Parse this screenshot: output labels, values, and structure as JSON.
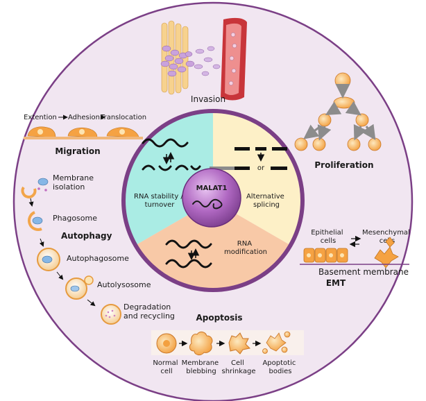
{
  "colors": {
    "outer_fill": "#f1e6f1",
    "outer_stroke": "#7b3f86",
    "sector_turquoise": "#aaece4",
    "sector_yellow": "#fdf0c7",
    "sector_peach": "#f8c9a7",
    "center_purple": "#b068c2",
    "cell_orange": "#f5a243",
    "cell_inner": "#fde4b2",
    "vessel_red": "#c8353a",
    "cell_purple": "#b78bd0",
    "arrow_gray": "#8c8c8c"
  },
  "center": {
    "label": "MALAT1",
    "sectors": {
      "rna_stability": "RNA stability /\nturnover",
      "alternative_splicing": "Alternative\nsplicing",
      "rna_modification": "RNA\nmodification",
      "or_label": "or"
    }
  },
  "invasion": {
    "title": "Invasion"
  },
  "migration": {
    "title": "Migration",
    "steps": [
      "Extention",
      "Adhesion",
      "Translocation"
    ]
  },
  "proliferation": {
    "title": "Proliferation"
  },
  "autophagy": {
    "title": "Autophagy",
    "steps": [
      "Membrane\nisolation",
      "Phagosome",
      "Autophagosome",
      "Autolysosome",
      "Degradation\nand recycling"
    ]
  },
  "emt": {
    "title": "EMT",
    "labels": [
      "Epithelial\ncells",
      "Mesenchymal\ncells",
      "Basement membrane"
    ]
  },
  "apoptosis": {
    "title": "Apoptosis",
    "steps": [
      "Normal\ncell",
      "Membrane\nblebbing",
      "Cell\nshrinkage",
      "Apoptotic\nbodies"
    ]
  }
}
